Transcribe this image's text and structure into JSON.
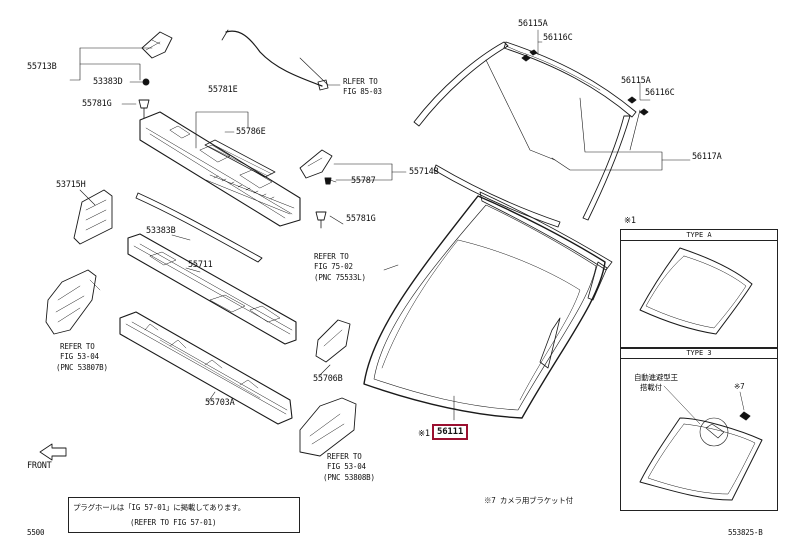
{
  "labels": {
    "p55713B": "55713B",
    "p53383D": "53383D",
    "p55781G_a": "55781G",
    "p55781E": "55781E",
    "p55786E": "55786E",
    "p55714B": "55714B",
    "p55787": "55787",
    "p55781G_b": "55781G",
    "p53715H": "53715H",
    "p53383B": "53383B",
    "p55711": "55711",
    "p55706B": "55706B",
    "p55703A": "55703A",
    "p56115A_a": "56115A",
    "p56116C_a": "56116C",
    "p56115A_b": "56115A",
    "p56116C_b": "56116C",
    "p56117A": "56117A",
    "p56111": "56111",
    "note1_marker": "※1",
    "note1_ref": "※1",
    "star7": "※7"
  },
  "refs": {
    "fig85_l1": "RLFER TO",
    "fig85_l2": "FIG 85-03",
    "fig75_l1": "REFER TO",
    "fig75_l2": "FIG 75-02",
    "fig75_l3": "(PNC 75533L)",
    "fig53a_l1": "REFER TO",
    "fig53a_l2": "FIG 53-04",
    "fig53a_l3": "(PNC 53807B)",
    "fig53b_l1": "REFER TO",
    "fig53b_l2": "FIG 53-04",
    "fig53b_l3": "(PNC 53808B)"
  },
  "types": {
    "type_a": "TYPE A",
    "type_b": "TYPE 3",
    "jp_line1": "自動進避型王",
    "jp_line2": "搭載付"
  },
  "footer": {
    "front": "FRONT",
    "note_line1": "プラグホールは「IG 57-01」に掲載してあります。",
    "note_line2": "(REFER TO FIG 57-01)",
    "camera_note": "※7 カメラ用ブラケット付",
    "page_left": "5500",
    "page_right": "553825-B"
  }
}
